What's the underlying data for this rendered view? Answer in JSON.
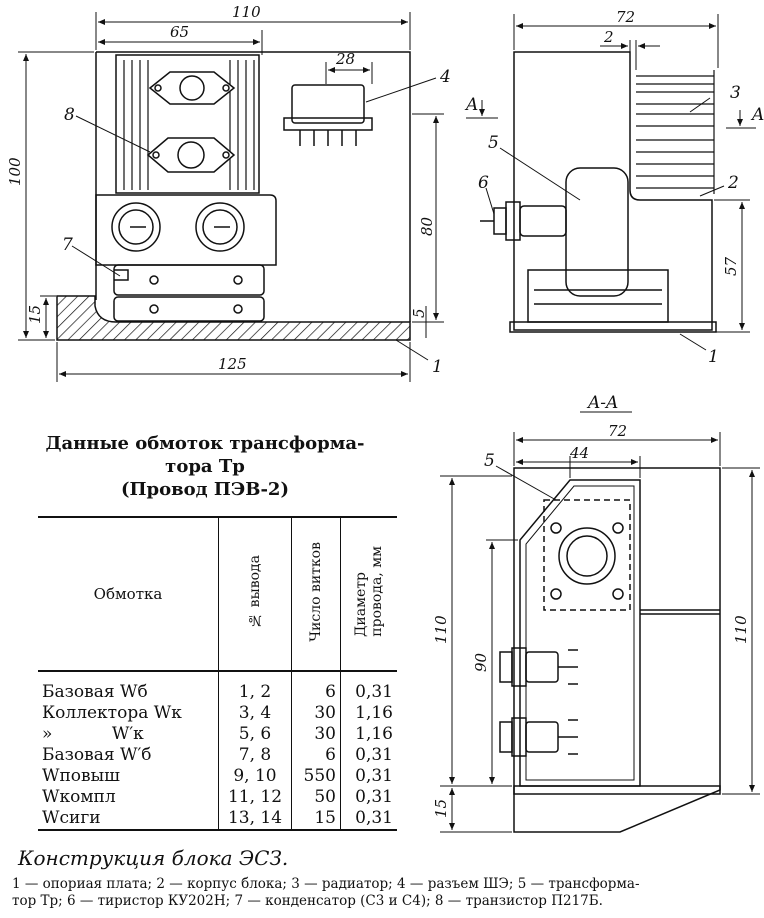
{
  "drawing": {
    "front": {
      "dim_width_total": "110",
      "dim_width_radiator": "65",
      "dim_connector": "28",
      "dim_height_total": "100",
      "dim_height_body": "80",
      "dim_plate_height": "15",
      "dim_plate_gap": "5",
      "dim_base_length": "125",
      "callout_4": "4",
      "callout_8": "8",
      "callout_7": "7",
      "callout_1": "1"
    },
    "side": {
      "dim_depth": "72",
      "dim_wall": "2",
      "dim_height_57": "57",
      "section_mark_left": "A",
      "section_mark_right": "A",
      "callout_3": "3",
      "callout_5": "5",
      "callout_6": "6",
      "callout_2": "2",
      "callout_1": "1"
    },
    "section": {
      "title": "A-A",
      "dim_depth": "72",
      "dim_44": "44",
      "dim_110_left": "110",
      "dim_90": "90",
      "dim_110_right": "110",
      "dim_15": "15",
      "callout_5": "5"
    }
  },
  "table": {
    "title_line1": "Данные обмоток трансформа-",
    "title_line2": "тора Тр",
    "title_line3": "(Провод ПЭВ-2)",
    "headers": {
      "winding": "Обмотка",
      "terminal": "№ вывода",
      "turns": "Число витков",
      "diameter_line1": "Диаметр",
      "diameter_line2": "провода, мм"
    },
    "rows": [
      {
        "name": "Базовая Wб",
        "terminal": "1, 2",
        "turns": "6",
        "diameter": "0,31"
      },
      {
        "name": "Коллектора Wк",
        "terminal": "3, 4",
        "turns": "30",
        "diameter": "1,16"
      },
      {
        "name": "»           W′к",
        "terminal": "5, 6",
        "turns": "30",
        "diameter": "1,16"
      },
      {
        "name": "Базовая W′б",
        "terminal": "7, 8",
        "turns": "6",
        "diameter": "0,31"
      },
      {
        "name": "Wповыш",
        "terminal": "9, 10",
        "turns": "550",
        "diameter": "0,31"
      },
      {
        "name": "Wкомпл",
        "terminal": "11, 12",
        "turns": "50",
        "diameter": "0,31"
      },
      {
        "name": "Wсиги",
        "terminal": "13, 14",
        "turns": "15",
        "diameter": "0,31"
      }
    ]
  },
  "caption": "Конструкция блока ЭСЗ.",
  "legend": {
    "line1": "1 — опориая плата;  2 — корпус блока;  3 — радиатор;  4 — разъем ШЭ;  5 — трансформа-",
    "line2": "тор Тр;  6 — тиристор КУ202Н;  7 — конденсатор (С3 и С4);  8 — транзистор П217Б."
  }
}
